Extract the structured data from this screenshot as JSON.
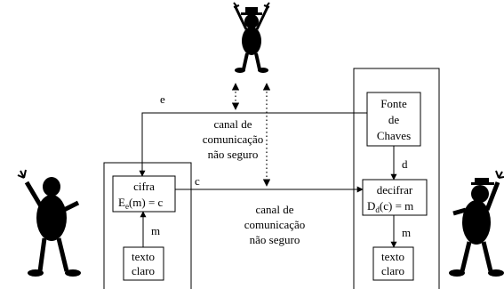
{
  "key_source": {
    "line1": "Fonte",
    "line2": "de",
    "line3": "Chaves"
  },
  "encrypt": {
    "label": "cifra",
    "formula_prefix": "E",
    "formula_sub": "e",
    "formula_suffix": "(m) = c"
  },
  "decrypt": {
    "label": "decifrar",
    "formula_prefix": "D",
    "formula_sub": "d",
    "formula_suffix": "(c) = m"
  },
  "plaintext_sender": {
    "line1": "texto",
    "line2": "claro"
  },
  "plaintext_receiver": {
    "line1": "texto",
    "line2": "claro"
  },
  "channel_upper": {
    "line1": "canal de",
    "line2": "comunicação",
    "line3": "não seguro"
  },
  "channel_lower": {
    "line1": "canal de",
    "line2": "comunicação",
    "line3": "não seguro"
  },
  "labels": {
    "e": "e",
    "c": "c",
    "d": "d",
    "m_sender": "m",
    "m_receiver": "m"
  }
}
